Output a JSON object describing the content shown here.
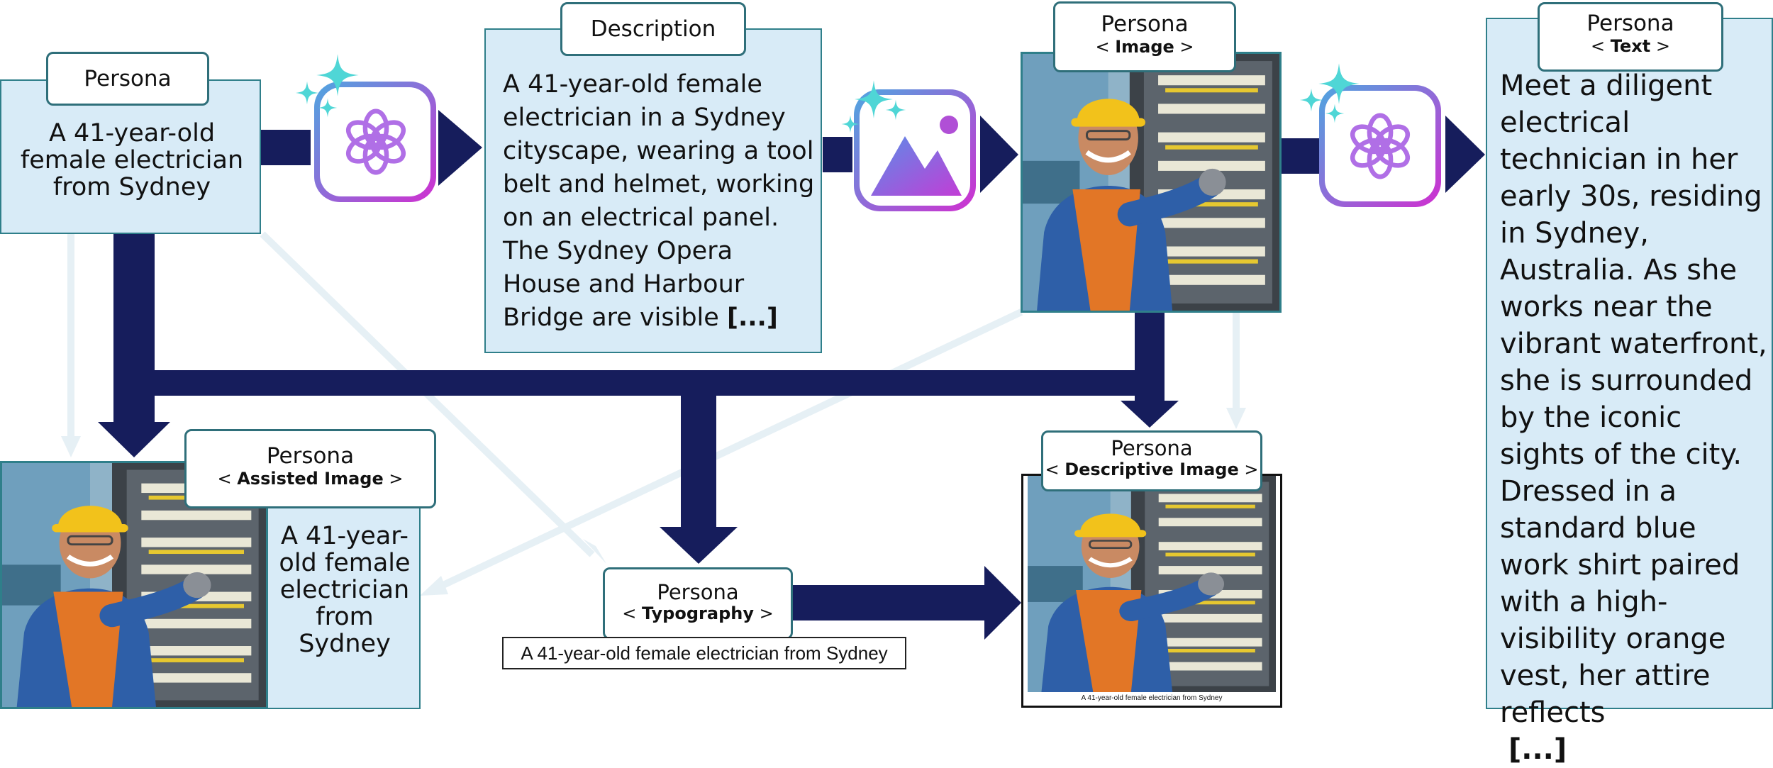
{
  "persona_input": {
    "tag": "Persona",
    "text": "A 41-year-old female electrician from Sydney"
  },
  "description": {
    "tag": "Description",
    "text": "A 41-year-old female electrician in a Sydney cityscape, wearing a tool belt and helmet, working on an electrical panel. The Sydney Opera House and Harbour Bridge are visible",
    "ellipsis": "[...]"
  },
  "persona_image": {
    "tag": "Persona",
    "subtag_prefix": "< ",
    "subtag": "Image",
    "subtag_suffix": " >"
  },
  "persona_text": {
    "tag": "Persona",
    "subtag_prefix": "< ",
    "subtag": "Text",
    "subtag_suffix": " >",
    "text": "Meet a diligent electrical technician in her early 30s, residing in Sydney, Australia. As she works near the vibrant waterfront, she is surrounded by the iconic sights of the city. Dressed in a standard blue work shirt paired with a high-visibility orange vest, her attire reflects",
    "ellipsis": "[...]"
  },
  "assisted_image": {
    "tag": "Persona",
    "subtag_prefix": "< ",
    "subtag": "Assisted Image",
    "subtag_suffix": " >",
    "text": "A 41-year-old female electrician from Sydney"
  },
  "typography": {
    "tag": "Persona",
    "subtag_prefix": "< ",
    "subtag": "Typography",
    "subtag_suffix": " >",
    "caption": "A 41-year-old female electrician from Sydney"
  },
  "descriptive_image": {
    "tag": "Persona",
    "subtag_prefix": "< ",
    "subtag": "Descriptive Image",
    "subtag_suffix": " >",
    "caption": "A 41-year-old female electrician from Sydney"
  },
  "icons": {
    "llm": "openai-knot-icon",
    "image_gen": "image-generation-icon",
    "sparkle": "sparkle-icon"
  },
  "colors": {
    "arrow": "#161d5c",
    "faint_arrow": "#e6f0f5",
    "panel_fill": "#d8ebf7",
    "panel_border": "#2f7f8a",
    "icon_gradient_start": "#4ea7e0",
    "icon_gradient_end": "#d02fd0",
    "sparkle": "#4fd6d6"
  }
}
